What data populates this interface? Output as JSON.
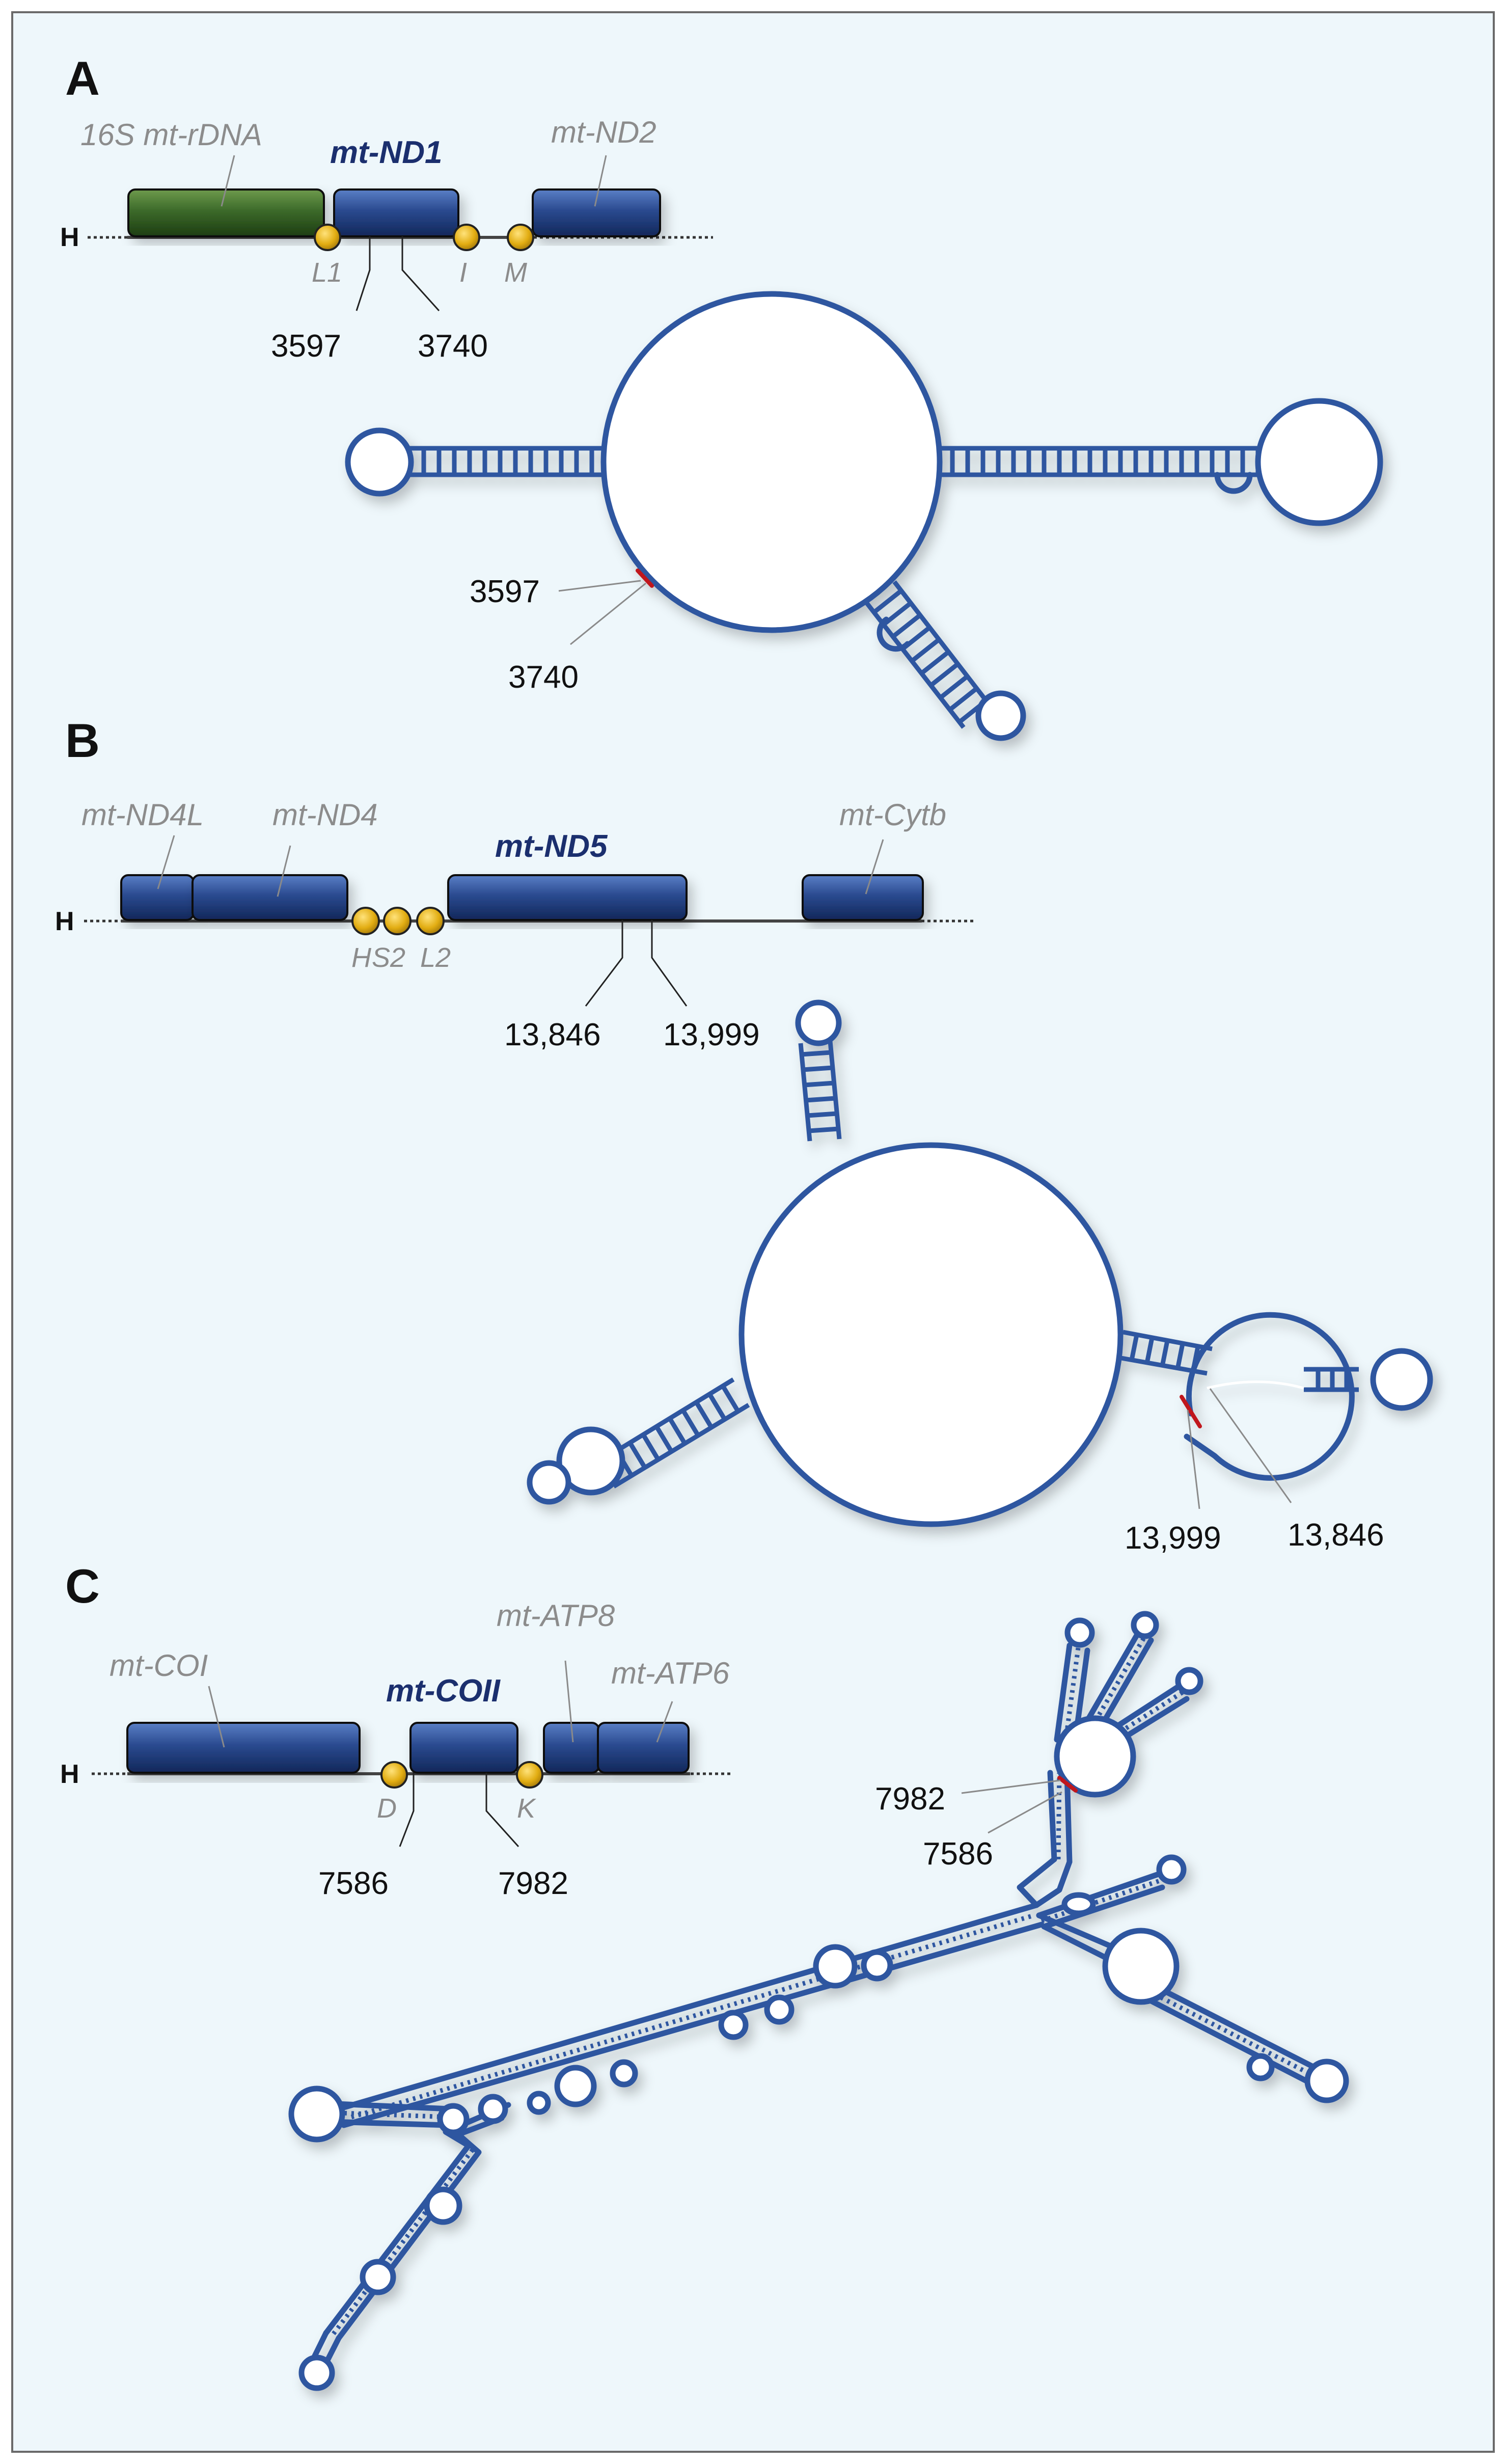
{
  "panels": {
    "a": {
      "letter": "A",
      "strand": "H",
      "genes": [
        "16S mt-rDNA",
        "mt-ND1",
        "mt-ND2"
      ],
      "trnas": [
        "L1",
        "I",
        "M"
      ],
      "map_coords": [
        "3597",
        "3740"
      ],
      "structure_coords": [
        "3597",
        "3740"
      ]
    },
    "b": {
      "letter": "B",
      "strand": "H",
      "genes": [
        "mt-ND4L",
        "mt-ND4",
        "mt-ND5",
        "mt-Cytb"
      ],
      "trnas": [
        "H",
        "S2",
        "L2"
      ],
      "map_coords": [
        "13,846",
        "13,999"
      ],
      "structure_coords": [
        "13,999",
        "13,846"
      ]
    },
    "c": {
      "letter": "C",
      "strand": "H",
      "genes": [
        "mt-COI",
        "mt-COII",
        "mt-ATP8",
        "mt-ATP6"
      ],
      "trnas": [
        "D",
        "K"
      ],
      "map_coords": [
        "7586",
        "7982"
      ],
      "structure_coords": [
        "7982",
        "7586"
      ]
    }
  },
  "colors": {
    "panel_background": "#eef7fb",
    "gene_blue": "#2a4a8f",
    "gene_green": "#3c6a2a",
    "trna_gold": "#e2ad12",
    "rna_stroke": "#2f56a0",
    "cut_mark": "#c0141c"
  }
}
